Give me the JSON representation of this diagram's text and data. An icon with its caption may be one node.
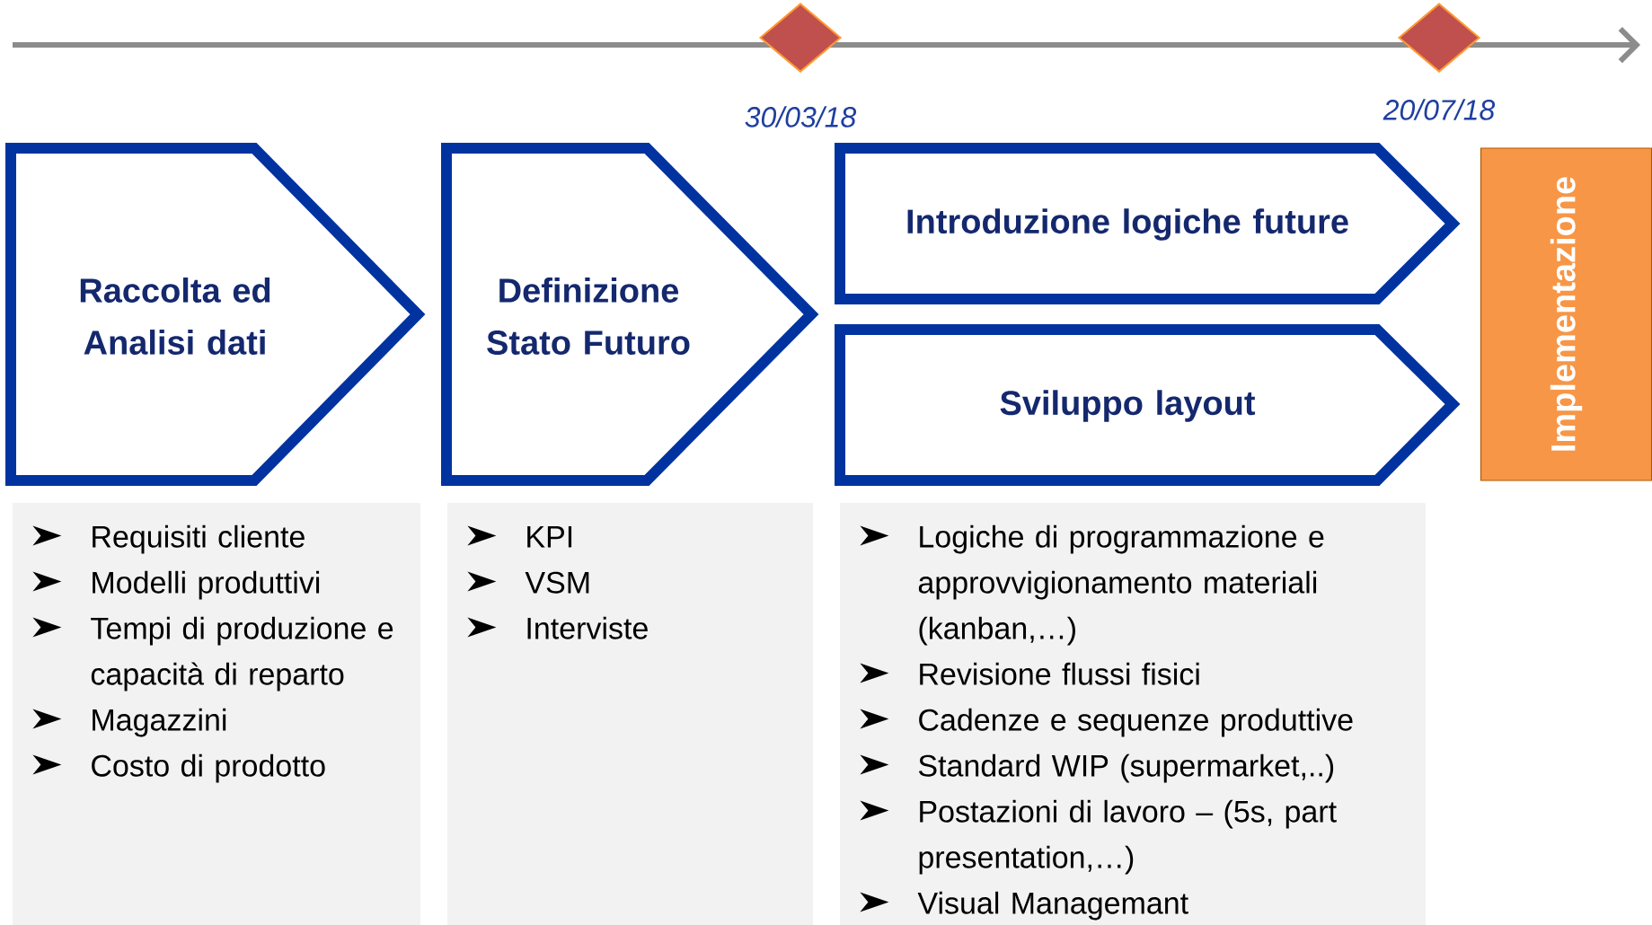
{
  "diagram": {
    "nodes": [
      {
        "text": [],
        "shape": "diamond",
        "beside": [
          "30/03/18"
        ]
      },
      {
        "text": [],
        "shape": "diamond",
        "beside": [
          "20/07/18"
        ]
      },
      {
        "text": [
          "Raccolta ed Analisi dati"
        ]
      },
      {
        "text": [
          "Definizione Stato Futuro"
        ]
      },
      {
        "text": [
          "Introduzione logiche future"
        ]
      },
      {
        "text": [
          "Sviluppo layout"
        ]
      },
      {
        "text": [
          "Implementazione"
        ]
      },
      {
        "text": [
          "Requisiti cliente",
          "Modelli produttivi",
          "Tempi di produzione e capacità di reparto",
          "Magazzini",
          "Costo di prodotto"
        ]
      },
      {
        "text": [
          "KPI",
          "VSM",
          "Interviste"
        ]
      },
      {
        "text": [
          "Logiche di programmazione e approvvigionamento materiali (kanban,…)",
          "Revisione flussi fisici",
          "Cadenze e sequenze produttive",
          "Standard WIP (supermarket,..)",
          "Postazioni di lavoro – (5s, part presentation,…)",
          "Visual Managemant"
        ]
      }
    ]
  }
}
